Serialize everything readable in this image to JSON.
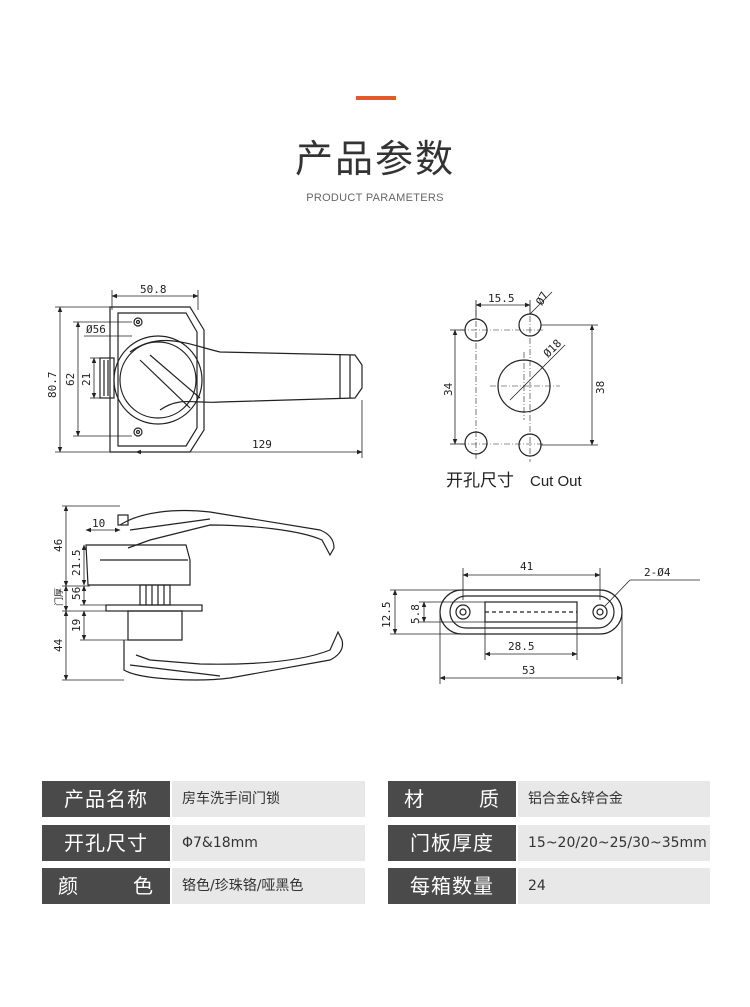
{
  "header": {
    "title": "产品参数",
    "subtitle": "PRODUCT PARAMETERS",
    "accent_color": "#e05a2b"
  },
  "drawing": {
    "front_view": {
      "dims": [
        "50.8",
        "Ø56",
        "80.7",
        "62",
        "21",
        "129"
      ]
    },
    "cutout_view": {
      "dims": [
        "15.5",
        "Ø7",
        "Ø18",
        "34",
        "38"
      ],
      "label_cn": "开孔尺寸",
      "label_en": "Cut Out"
    },
    "side_view": {
      "dims": [
        "10",
        "46",
        "21.5",
        "门厚",
        "56",
        "19",
        "44"
      ]
    },
    "plate_view": {
      "dims": [
        "41",
        "2-Ø4",
        "12.5",
        "5.8",
        "28.5",
        "53"
      ]
    }
  },
  "params": {
    "rows": [
      {
        "label1": "产品名称",
        "value1": "房车洗手间门锁",
        "label2": "材 质",
        "value2": "铝合金&锌合金"
      },
      {
        "label1": "开孔尺寸",
        "value1": "Φ7&18mm",
        "label2": "门板厚度",
        "value2": "15~20/20~25/30~35mm"
      },
      {
        "label1": "颜 色",
        "value1": "铬色/珍珠铬/哑黑色",
        "label2": "每箱数量",
        "value2": "24"
      }
    ]
  }
}
